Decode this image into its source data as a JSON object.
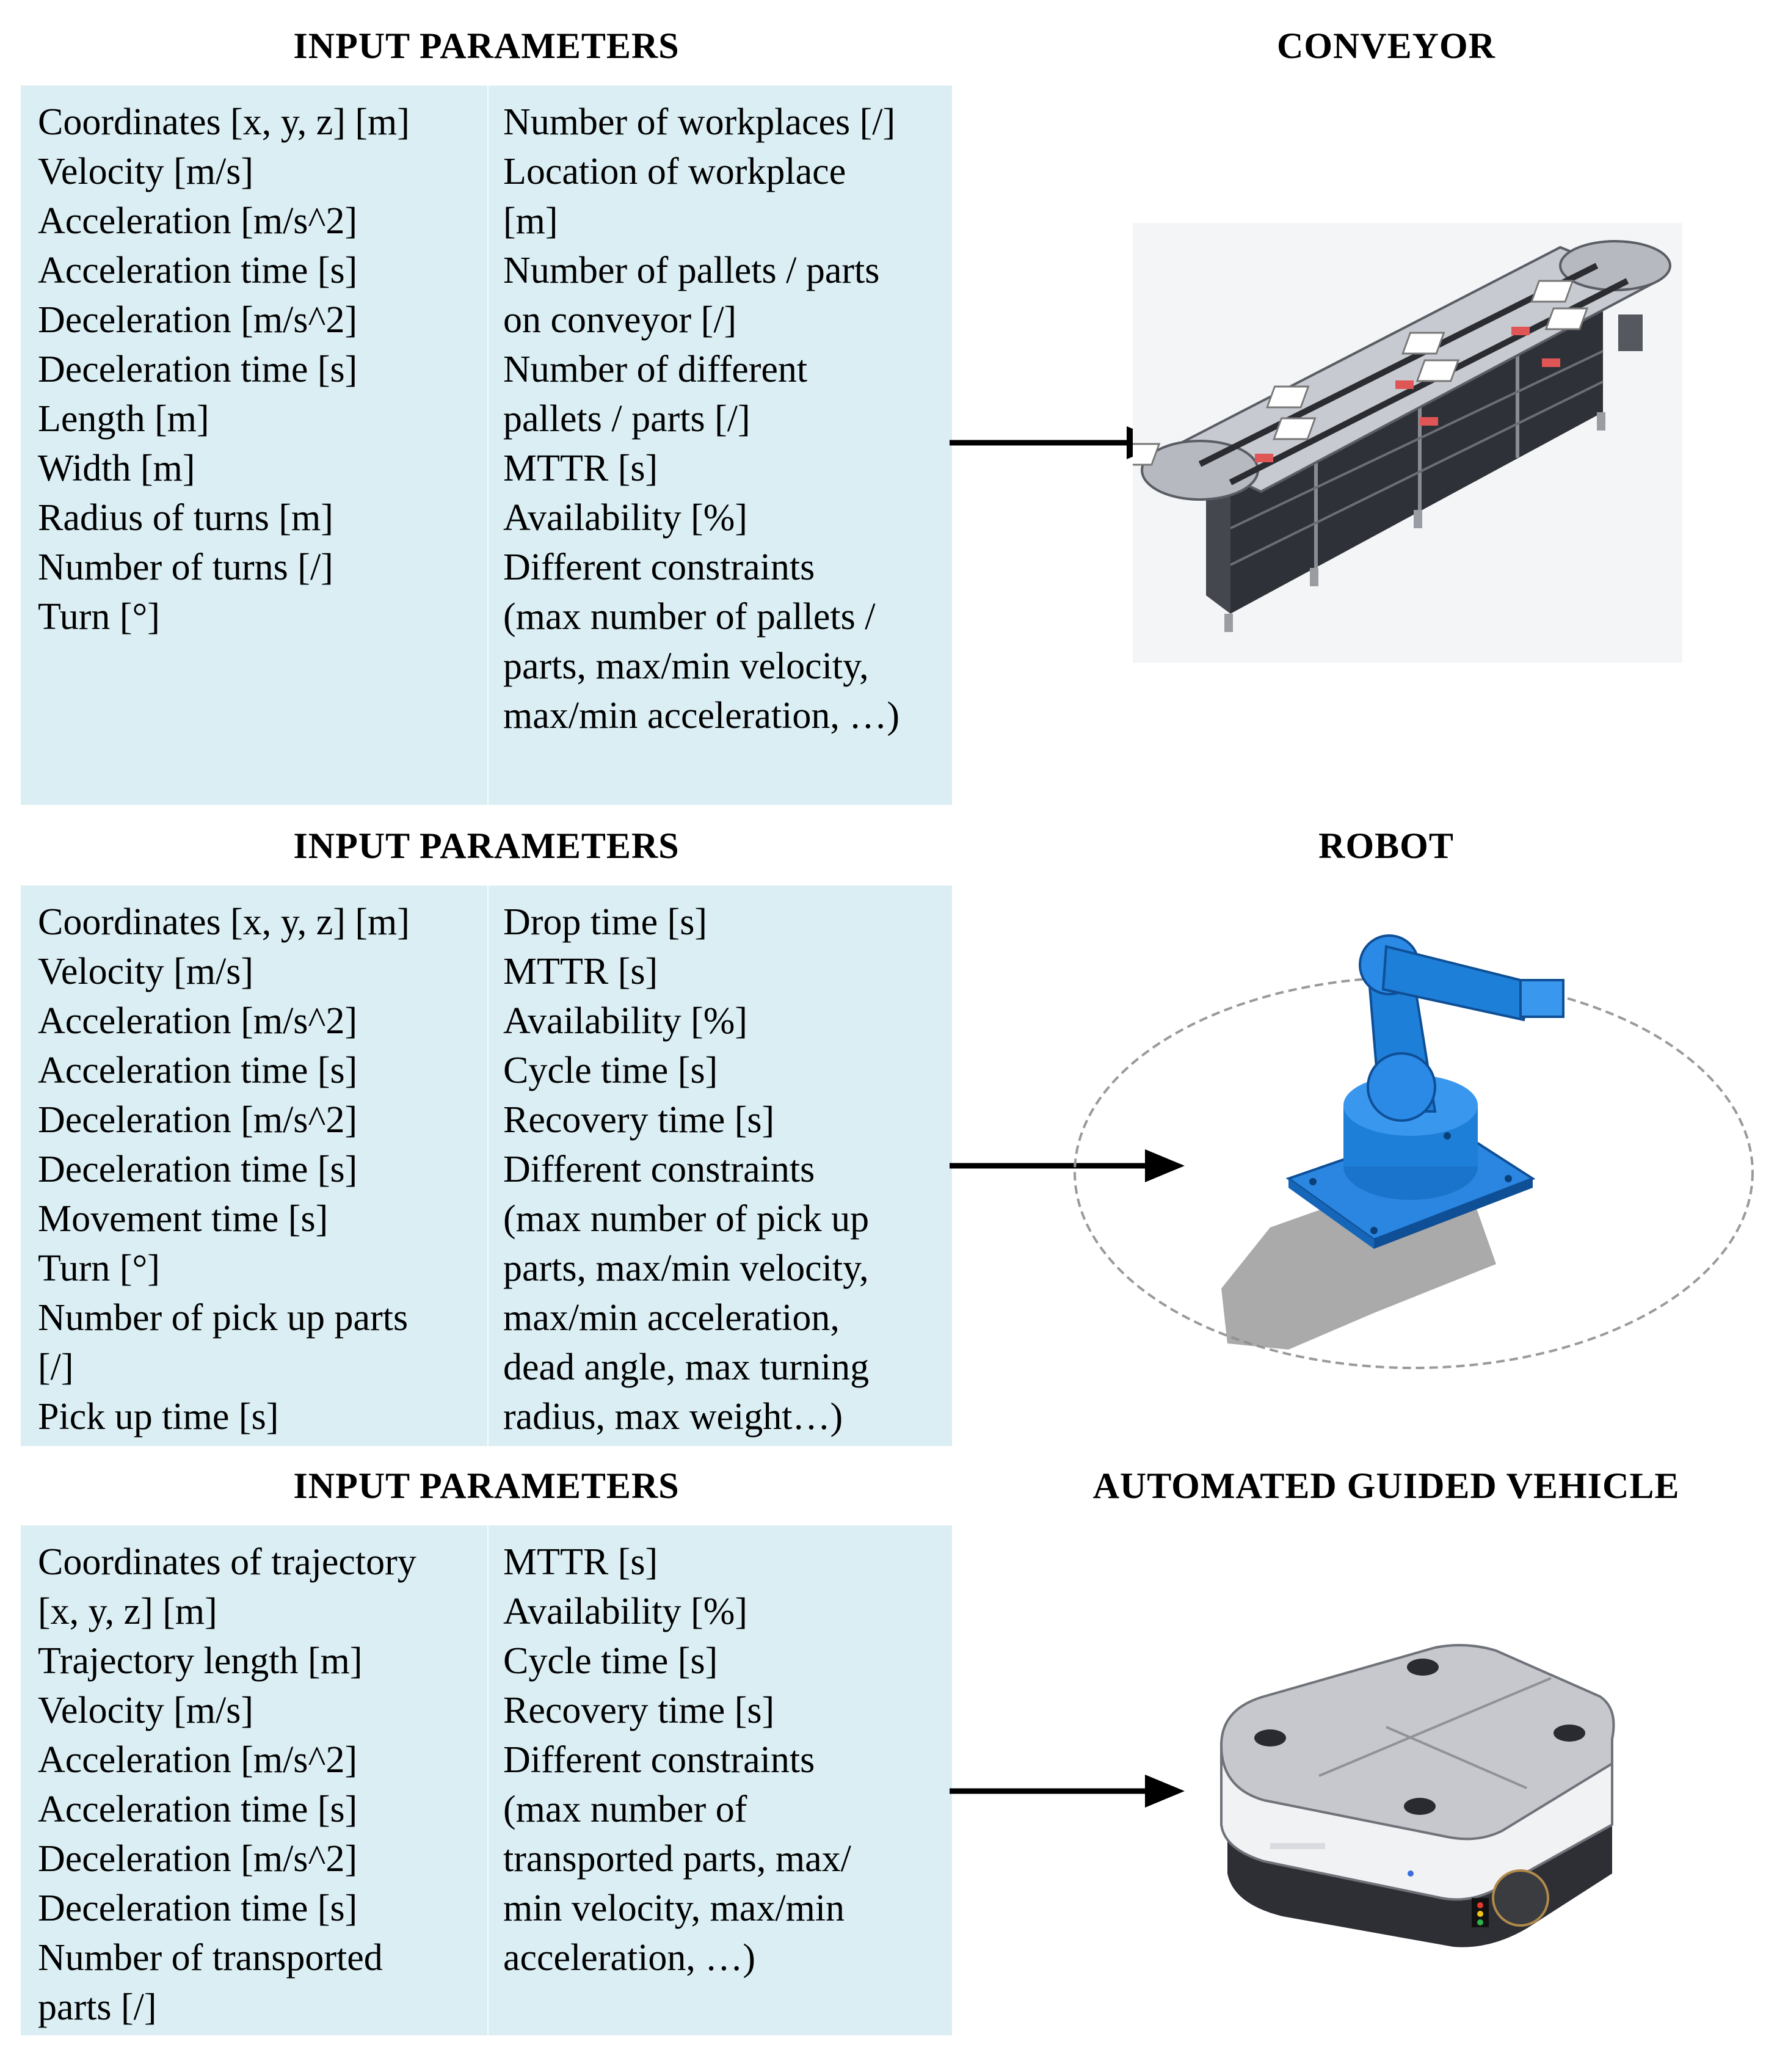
{
  "sections": [
    {
      "heading": "INPUT PARAMETERS",
      "component": "CONVEYOR",
      "col1": [
        "Coordinates [x, y, z] [m]",
        "Velocity [m/s]",
        "Acceleration [m/s^2]",
        "Acceleration time [s]",
        "Deceleration [m/s^2]",
        "Deceleration time [s]",
        "Length [m]",
        "Width [m]",
        "Radius of turns [m]",
        "Number of turns [/]",
        "Turn [°]"
      ],
      "col2": [
        "Number of workplaces [/]",
        "Location of workplace",
        "[m]",
        "Number of pallets / parts",
        "on conveyor [/]",
        "Number of different",
        "pallets / parts [/]",
        "MTTR [s]",
        "Availability [%]",
        "Different constraints",
        "(max number of pallets /",
        "parts, max/min velocity,",
        "max/min acceleration, …)"
      ]
    },
    {
      "heading": "INPUT PARAMETERS",
      "component": "ROBOT",
      "col1": [
        "Coordinates [x, y, z] [m]",
        "Velocity [m/s]",
        "Acceleration [m/s^2]",
        "Acceleration time [s]",
        "Deceleration [m/s^2]",
        "Deceleration time [s]",
        "Movement time [s]",
        "Turn [°]",
        "Number of pick up parts",
        "[/]",
        "Pick up time [s]"
      ],
      "col2": [
        "Drop time [s]",
        "MTTR [s]",
        "Availability [%]",
        "Cycle time [s]",
        "Recovery time [s]",
        "Different constraints",
        "(max number of pick up",
        "parts, max/min velocity,",
        "max/min acceleration,",
        "dead angle, max turning",
        "radius, max weight…)"
      ]
    },
    {
      "heading": "INPUT PARAMETERS",
      "component": "AUTOMATED GUIDED VEHICLE",
      "col1": [
        "Coordinates of trajectory",
        "[x, y, z] [m]",
        "Trajectory length [m]",
        "Velocity [m/s]",
        "Acceleration [m/s^2]",
        "Acceleration time [s]",
        "Deceleration [m/s^2]",
        "Deceleration time [s]",
        "Number of transported",
        "parts [/]"
      ],
      "col2": [
        "MTTR [s]",
        "Availability [%]",
        "Cycle time [s]",
        "Recovery time [s]",
        "Different constraints",
        "(max number of",
        "transported parts, max/",
        "min velocity, max/min",
        "acceleration, …)"
      ]
    }
  ],
  "colors": {
    "box_fill": "#daeef3",
    "text": "#000000",
    "robot_blue": "#1e7fd8",
    "conveyor_frame": "#3a3c44"
  },
  "icons": [
    "conveyor-illustration",
    "robot-arm-illustration",
    "agv-illustration",
    "arrow-right-icon"
  ]
}
